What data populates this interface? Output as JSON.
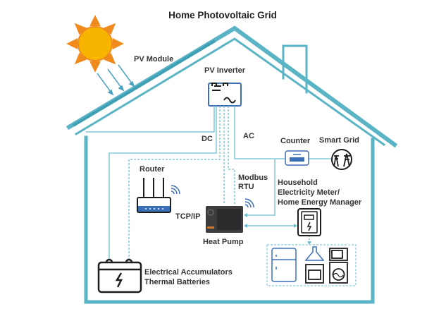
{
  "title": "Home Photovoltaic Grid",
  "labels": {
    "pv_module": "PV Module",
    "pv_inverter": "PV Inverter",
    "dc": "DC",
    "ac": "AC",
    "counter": "Counter",
    "smart_grid": "Smart Grid",
    "router": "Router",
    "modbus_1": "Modbus",
    "modbus_2": "RTU",
    "household_1": "Household",
    "household_2": "Electricity Meter/",
    "household_3": "Home Energy Manager",
    "tcp_ip": "TCP/IP",
    "heat_pump": "Heat Pump",
    "accumulators_1": "Electrical Accumulators",
    "accumulators_2": "Thermal Batteries"
  },
  "colors": {
    "house": "#5ab4c6",
    "sun": "#f7b500",
    "sun_rays": "#f08a1c",
    "line": "#6bbfd0",
    "icon": "#1d1d1d",
    "accent_blue": "#3a6fb8"
  }
}
